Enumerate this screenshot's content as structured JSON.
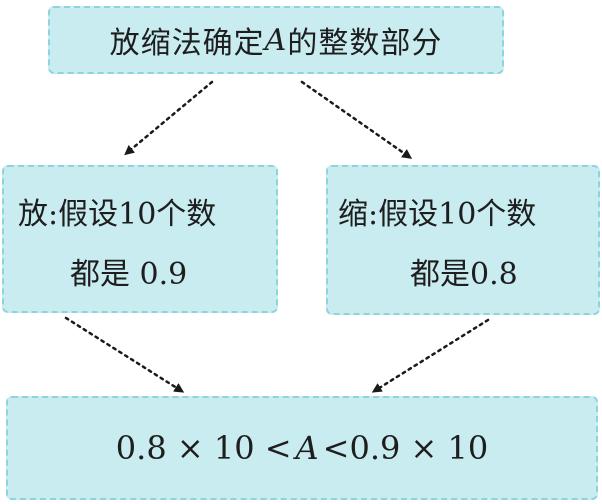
{
  "top": {
    "prefix": "放缩法确定",
    "variable": "A",
    "suffix": "的整数部分"
  },
  "left": {
    "line1": "放:假设10个数",
    "line2": "都是 0.9"
  },
  "right": {
    "line1": "缩:假设10个数",
    "line2": "都是0.8"
  },
  "bottom": {
    "left_expr": "0.8 × 10 <",
    "variable": "A",
    "right_expr": "<0.9 × 10"
  }
}
